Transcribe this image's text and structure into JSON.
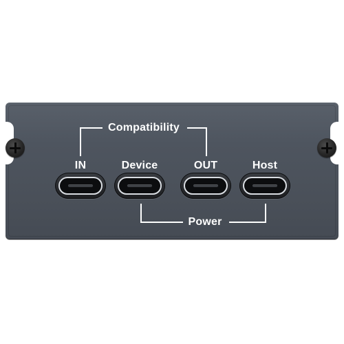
{
  "labels": {
    "compatibility": "Compatibility",
    "power": "Power",
    "ports": [
      "IN",
      "Device",
      "OUT",
      "Host"
    ]
  },
  "colors": {
    "panel": "#4e555f",
    "text": "#ffffff",
    "port_ring": "#d9dde2",
    "screw": "#1e1e1e"
  },
  "icons": [
    "usb-c-port",
    "phillips-screw"
  ]
}
